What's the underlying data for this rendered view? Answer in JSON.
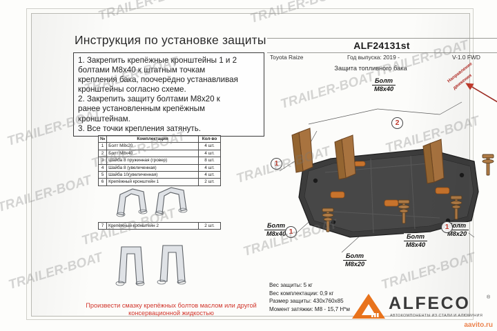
{
  "document": {
    "title": "Инструкция по установке защиты"
  },
  "instructions": {
    "lines": [
      "1.  Закрепить крепёжные кронштейны 1 и 2",
      "болтами M8x40 к штатным точкам",
      "крепления бака, поочерёдно устанавливая",
      "кронштейны согласно схеме.",
      "2. Закрепить защиту болтами M8x20 к",
      "ранее установленным крепёжным",
      "кронштейнам.",
      "3. Все точки крепления затянуть."
    ]
  },
  "parts_table": {
    "headers": [
      "№",
      "Комплектация",
      "Кол-во"
    ],
    "rows": [
      [
        "1",
        "Болт M8x20",
        "4 шт."
      ],
      [
        "2",
        "Болт M8x40",
        "4 шт."
      ],
      [
        "3",
        "Шайба 8 пружинная (гровер)",
        "8 шт."
      ],
      [
        "4",
        "Шайба 8 (увеличенная)",
        "4 шт."
      ],
      [
        "5",
        "Шайба 10(увеличенная)",
        "4 шт."
      ],
      [
        "6",
        "Крепёжный кронштейн 1",
        "2 шт."
      ]
    ],
    "row7": [
      "7",
      "Крепёжный кронштейн 2",
      "2 шт."
    ]
  },
  "warning": {
    "line1": "Произвести смазку крепёжных болтов маслом или другой",
    "line2": "консервационной жидкостью"
  },
  "header": {
    "code": "ALF24131st",
    "model": "Toyota Raize",
    "year": "Год выпуска: 2019 -",
    "engine": "V-1.0 FWD",
    "subtitle": "Защита топливного бака"
  },
  "direction": {
    "line1": "Направление",
    "line2": "движения"
  },
  "callouts": [
    {
      "l1": "Болт",
      "l2": "M8x40"
    },
    {
      "l1": "Болт",
      "l2": "M8x40"
    },
    {
      "l1": "Болт",
      "l2": "M8x20"
    },
    {
      "l1": "Болт",
      "l2": "M8x40"
    },
    {
      "l1": "Болт",
      "l2": "M8x20"
    }
  ],
  "markers": {
    "one": "1",
    "two": "2",
    "one_b": "1",
    "one_c": "1"
  },
  "specs": {
    "weight": "Вес защиты: 5 кг",
    "kit_weight": "Вес комплектации: 0,9 кг",
    "size": "Размер защиты: 430x760x85",
    "torque": "Момент затяжки:  M8 - 15,7 Н*м"
  },
  "logo": {
    "name": "ALFECO",
    "reg": "®",
    "tagline": "АВТОКОМПОНЕНТЫ ИЗ СТАЛИ И АЛЮМИНИЯ"
  },
  "watermarks": {
    "text": "TRAILER-BOAT",
    "avito": "avito.ru",
    "avito_prefix": "a"
  },
  "colors": {
    "accent_red": "#d1342a",
    "logo_orange": "#e8731c",
    "logo_gray": "#3b3b3b"
  }
}
